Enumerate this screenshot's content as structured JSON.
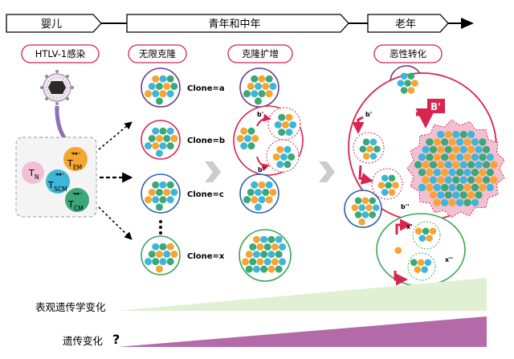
{
  "stages": {
    "infant": "婴儿",
    "adult": "青年和中年",
    "elderly": "老年"
  },
  "phases": {
    "infection": "HTLV-1感染",
    "clonal_expansion": "无限克隆",
    "clonal_amplification": "克隆扩增",
    "transformation": "恶性转化"
  },
  "cell_types": {
    "tn_main": "T",
    "tn_sub": "N",
    "tem_main": "T",
    "tem_sub": "EM",
    "tscm_main": "T",
    "tscm_sub": "SCM",
    "tcm_main": "T",
    "tcm_sub": "CM"
  },
  "clones": {
    "a": "Clone=a",
    "b": "Clone=b",
    "c": "Clone=c",
    "x": "Clone=x"
  },
  "subclones": {
    "b1": "b'",
    "b2": "b''",
    "big_b": "B'",
    "x1": "x'",
    "x2": "x''"
  },
  "bottom": {
    "epigenetic": "表观遗传学变化",
    "genetic": "遗传变化",
    "question": "?"
  },
  "colors": {
    "magenta": "#d8244e",
    "purple": "#6c3a8c",
    "green": "#3aa655",
    "blue_ring": "#2e62b0",
    "orange": "#f4a532",
    "teal": "#3fb6d8",
    "cellgreen": "#3aa878",
    "pink": "#f2bfd3",
    "grey_arrow": "#cccccc",
    "epi_fill": "#dff0d3",
    "gen_fill": "#b46aa8"
  }
}
